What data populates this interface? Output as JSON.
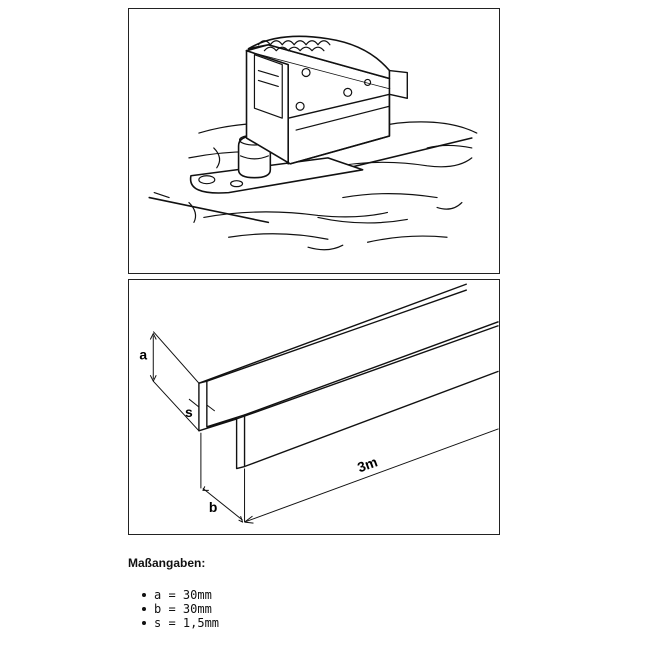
{
  "drawing": {
    "label_a": "a",
    "label_s": "s",
    "label_b": "b",
    "label_length": "3m"
  },
  "specs": {
    "title": "Maßangaben:",
    "items": [
      {
        "text": "a = 30mm"
      },
      {
        "text": "b = 30mm"
      },
      {
        "text": "s = 1,5mm"
      }
    ]
  },
  "colors": {
    "ink": "#111111",
    "border": "#222222",
    "background": "#ffffff"
  }
}
